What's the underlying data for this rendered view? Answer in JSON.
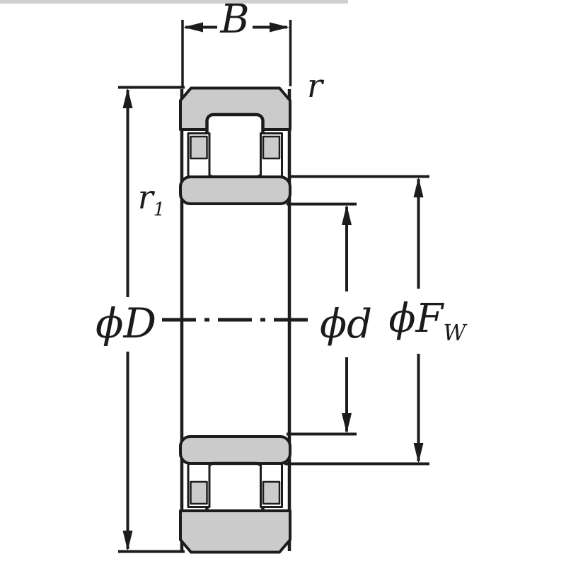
{
  "diagram_labels": {
    "width": "B",
    "outer_chamfer": "r",
    "inner_chamfer_main": "r",
    "inner_chamfer_sub": "1",
    "outer_diameter": "ϕD",
    "bore_diameter": "ϕd",
    "raceway_diameter_main": "ϕF",
    "raceway_diameter_sub": "W"
  },
  "colors": {
    "line": "#1c1c1c",
    "ring_fill": "#cbcbcb",
    "background": "#ffffff",
    "label": "#1b1b1b"
  }
}
